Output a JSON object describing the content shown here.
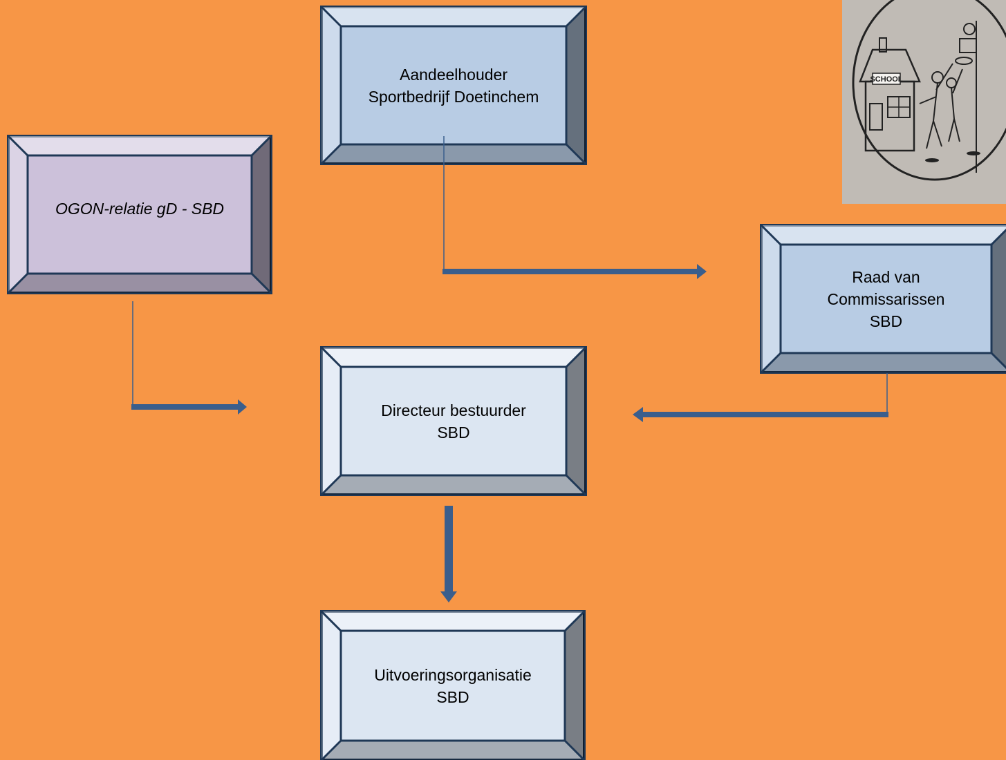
{
  "colors": {
    "background": "#F79646",
    "frame_border": "#1F3856",
    "connector": "#3A5E8C",
    "shareholder_face": "#B8CCE4",
    "board_face": "#B8CCE4",
    "director_face": "#DCE6F2",
    "operations_face": "#DCE6F2",
    "ogon_face": "#CCC1DA"
  },
  "boxes": {
    "shareholder": {
      "line1": "Aandeelhouder",
      "line2": "Sportbedrijf Doetinchem"
    },
    "ogon": {
      "line1": "OGON-relatie gD - SBD"
    },
    "board": {
      "line1": "Raad van",
      "line2": "Commissarissen",
      "line3": "SBD"
    },
    "director": {
      "line1": "Directeur bestuurder",
      "line2": "SBD"
    },
    "operations": {
      "line1": "Uitvoeringsorganisatie",
      "line2": "SBD"
    }
  },
  "logo": {
    "sign_text": "SCHOOL",
    "icon": "school-sports-sketch"
  }
}
